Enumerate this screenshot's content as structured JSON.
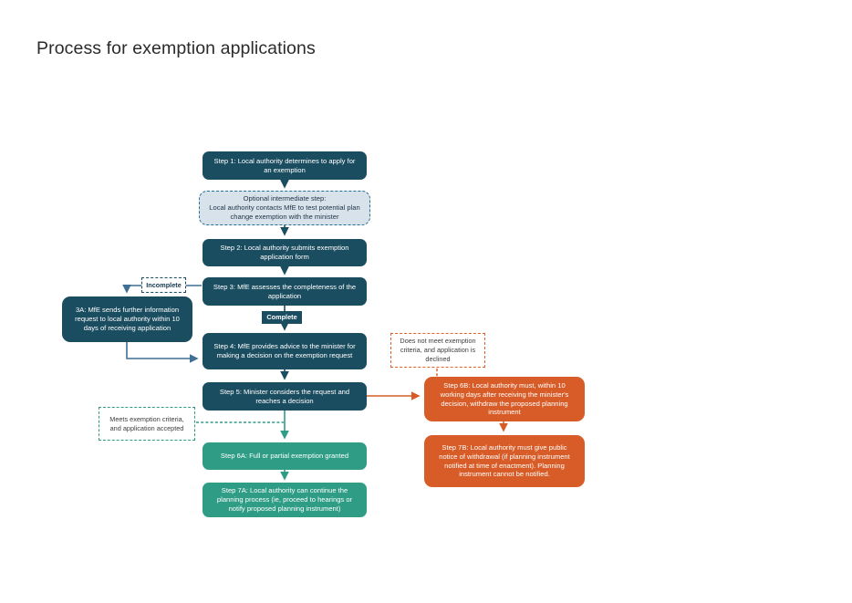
{
  "page": {
    "title": "Process for exemption applications"
  },
  "colors": {
    "dark_teal": "#1b4d60",
    "green": "#2f9c85",
    "orange": "#d85c27",
    "steel_blue": "#3f6f93",
    "optional_fill": "#d8e2ea",
    "optional_border": "#2f6e8f",
    "note_text": "#3d3d3d",
    "title_text": "#2b2b2b"
  },
  "nodes": {
    "step1": {
      "text": "Step 1: Local authority determines to apply for an exemption"
    },
    "optional": {
      "line1": "Optional intermediate step:",
      "line2": "Local authority contacts MfE to test potential plan change exemption with the minister"
    },
    "step2": {
      "text": "Step 2: Local authority submits exemption application form"
    },
    "step3": {
      "text": "Step 3: MfE assesses the completeness of the application"
    },
    "incomplete_label": {
      "text": "Incomplete"
    },
    "step3a": {
      "text": "3A: MfE sends further information request to local authority within 10 days of receiving application"
    },
    "complete_label": {
      "text": "Complete"
    },
    "step4": {
      "text": "Step 4: MfE provides advice to the minister for making a decision on the exemption request"
    },
    "step5": {
      "text": "Step 5: Minister considers the request and reaches a decision"
    },
    "declined_note": {
      "text": "Does not meet exemption criteria, and application is declined"
    },
    "step6b": {
      "text": "Step 6B: Local authority must, within 10 working days after receiving the minister's decision, withdraw the proposed planning instrument"
    },
    "step7b": {
      "text": "Step 7B: Local authority must give public notice of withdrawal (if planning instrument notified at time of enactment). Planning instrument cannot be notified."
    },
    "accepted_note": {
      "text": "Meets exemption criteria, and application accepted"
    },
    "step6a": {
      "text": "Step 6A: Full or partial exemption granted"
    },
    "step7a": {
      "text": "Step 7A: Local authority can continue the planning process (ie, proceed to hearings or notify proposed planning instrument)"
    }
  },
  "edges": [
    {
      "from": "step1",
      "to": "optional",
      "style": "solid",
      "color": "dark_teal"
    },
    {
      "from": "optional",
      "to": "step2",
      "style": "solid",
      "color": "dark_teal"
    },
    {
      "from": "step2",
      "to": "step3",
      "style": "solid",
      "color": "dark_teal"
    },
    {
      "from": "step3",
      "to": "step4",
      "style": "solid",
      "color": "dark_teal",
      "label": "Complete"
    },
    {
      "from": "step3",
      "to": "step3a",
      "style": "solid",
      "color": "steel_blue",
      "label": "Incomplete"
    },
    {
      "from": "step3a",
      "to": "step4",
      "style": "solid",
      "color": "steel_blue"
    },
    {
      "from": "step4",
      "to": "step5",
      "style": "solid",
      "color": "dark_teal"
    },
    {
      "from": "step5",
      "to": "step6a",
      "style": "solid",
      "color": "green",
      "label": "Meets exemption criteria, and application accepted"
    },
    {
      "from": "step5",
      "to": "step6b",
      "style": "solid",
      "color": "orange",
      "label": "Does not meet exemption criteria, and application is declined"
    },
    {
      "from": "step6a",
      "to": "step7a",
      "style": "solid",
      "color": "green"
    },
    {
      "from": "step6b",
      "to": "step7b",
      "style": "solid",
      "color": "orange"
    }
  ]
}
